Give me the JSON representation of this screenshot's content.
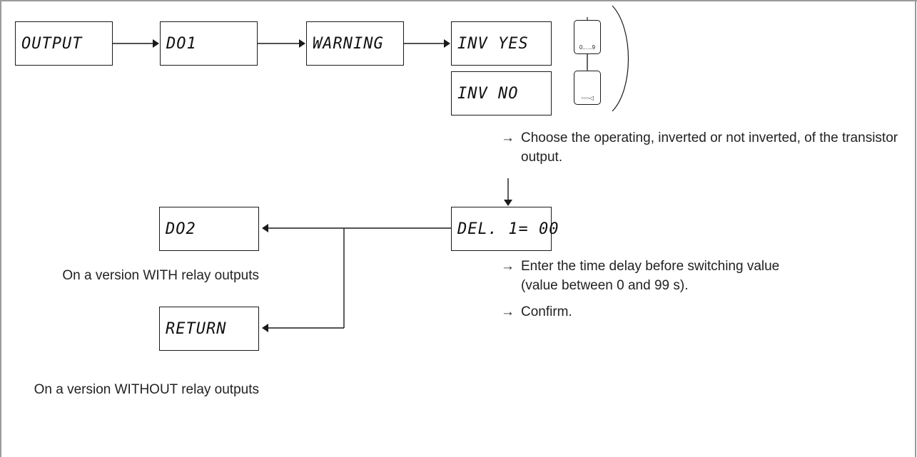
{
  "displays": {
    "output": "OUTPUT",
    "do1": "DO1",
    "warning": "WARNING",
    "inv_yes": "INV YES",
    "inv_no": "INV NO",
    "del1": "DEL. 1= 00",
    "do2": "DO2",
    "return": "RETURN"
  },
  "keys": {
    "up_label": "0......9",
    "down_label": "◦◦◦◦"
  },
  "notes": {
    "arrow": "→",
    "choose": "Choose the operating, inverted or not inverted, of the transistor output.",
    "enter": "Enter the time delay before switching value (value between 0 and 99 s).",
    "confirm": "Confirm."
  },
  "captions": {
    "with_relay": "On a version WITH relay outputs",
    "without_relay": "On a version WITHOUT relay outputs"
  }
}
